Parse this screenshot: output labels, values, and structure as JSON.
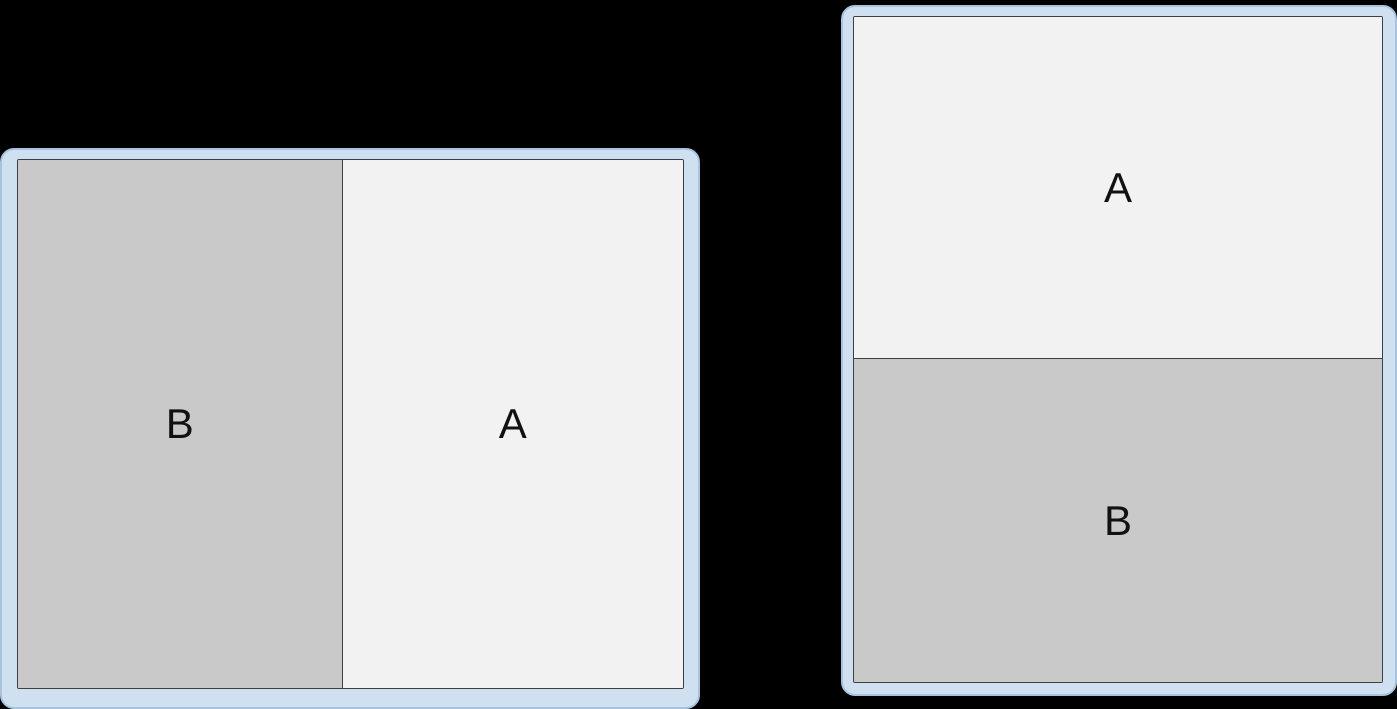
{
  "landscape_device": {
    "panes": [
      {
        "label": "B"
      },
      {
        "label": "A"
      }
    ]
  },
  "portrait_device": {
    "panes": [
      {
        "label": "A"
      },
      {
        "label": "B"
      }
    ]
  },
  "colors": {
    "background": "#000000",
    "device_frame": "#cfe0f0",
    "pane_a": "#f2f2f3",
    "pane_b": "#c9c9ca",
    "pane_border": "#3c4043",
    "label_text": "#111111"
  }
}
